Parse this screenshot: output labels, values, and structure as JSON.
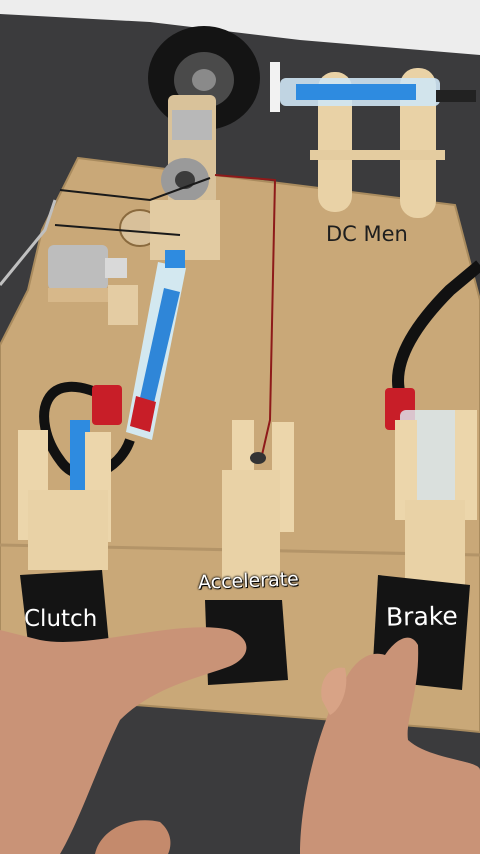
{
  "labels": {
    "dc_motor": "DC Men",
    "accelerate": "Accelerate",
    "clutch": "Clutch",
    "brake": "Brake"
  },
  "colors": {
    "board": "#c9a878",
    "table": "#3a3a3c",
    "popsicle_stick": "#e9d2a6",
    "syringe_fluid_blue": "#2e8be0",
    "syringe_fluid_red": "#c81e28",
    "pedal_pad": "#141414",
    "tubing": "#111111",
    "skin": "#c99377"
  }
}
